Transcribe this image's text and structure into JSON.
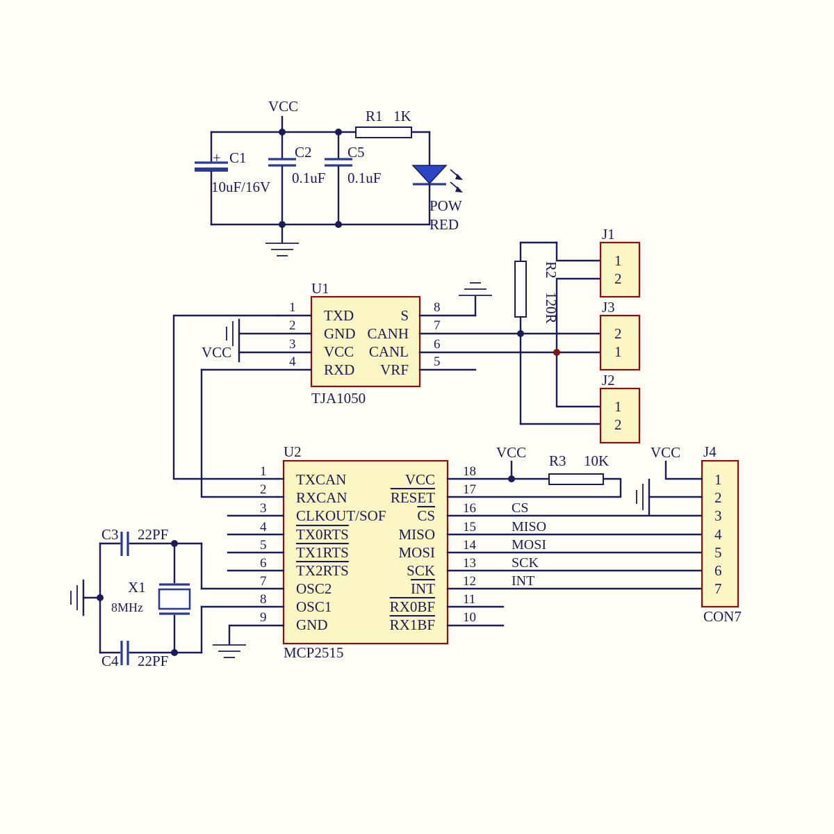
{
  "power": {
    "vcc_top": "VCC",
    "c1_name": "C1",
    "c1_value": "10uF/16V",
    "c1_polarity": "+",
    "c2_name": "C2",
    "c2_value": "0.1uF",
    "c5_name": "C5",
    "c5_value": "0.1uF",
    "r1_name": "R1",
    "r1_value": "1K",
    "led_name": "POW",
    "led_color": "RED"
  },
  "u1": {
    "ref": "U1",
    "part": "TJA1050",
    "vcc_label": "VCC",
    "left_pins": [
      {
        "num": "1",
        "name": "TXD"
      },
      {
        "num": "2",
        "name": "GND"
      },
      {
        "num": "3",
        "name": "VCC"
      },
      {
        "num": "4",
        "name": "RXD"
      }
    ],
    "right_pins": [
      {
        "num": "8",
        "name": "S"
      },
      {
        "num": "7",
        "name": "CANH"
      },
      {
        "num": "6",
        "name": "CANL"
      },
      {
        "num": "5",
        "name": "VRF"
      }
    ]
  },
  "r2": {
    "name": "R2",
    "value": "120R"
  },
  "headers": {
    "j1": {
      "name": "J1",
      "pins": [
        "1",
        "2"
      ]
    },
    "j3": {
      "name": "J3",
      "pins": [
        "2",
        "1"
      ]
    },
    "j2": {
      "name": "J2",
      "pins": [
        "1",
        "2"
      ]
    }
  },
  "u2": {
    "ref": "U2",
    "part": "MCP2515",
    "left_pins": [
      {
        "num": "1",
        "name": "TXCAN"
      },
      {
        "num": "2",
        "name": "RXCAN"
      },
      {
        "num": "3",
        "name": "CLKOUT/SOF"
      },
      {
        "num": "4",
        "name": "TX0RTS"
      },
      {
        "num": "5",
        "name": "TX1RTS"
      },
      {
        "num": "6",
        "name": "TX2RTS"
      },
      {
        "num": "7",
        "name": "OSC2"
      },
      {
        "num": "8",
        "name": "OSC1"
      },
      {
        "num": "9",
        "name": "GND"
      }
    ],
    "right_pins": [
      {
        "num": "18",
        "name": "VCC"
      },
      {
        "num": "17",
        "name": "RESET"
      },
      {
        "num": "16",
        "name": "CS"
      },
      {
        "num": "15",
        "name": "MISO"
      },
      {
        "num": "14",
        "name": "MOSI"
      },
      {
        "num": "13",
        "name": "SCK"
      },
      {
        "num": "12",
        "name": "INT"
      },
      {
        "num": "11",
        "name": "RX0BF"
      },
      {
        "num": "10",
        "name": "RX1BF"
      }
    ]
  },
  "r3": {
    "name": "R3",
    "value": "10K",
    "vcc": "VCC"
  },
  "signals": [
    "CS",
    "MISO",
    "MOSI",
    "SCK",
    "INT"
  ],
  "j4": {
    "name": "J4",
    "part": "CON7",
    "vcc": "VCC",
    "pins": [
      "1",
      "2",
      "3",
      "4",
      "5",
      "6",
      "7"
    ]
  },
  "crystal": {
    "c3_name": "C3",
    "c3_value": "22PF",
    "c4_name": "C4",
    "c4_value": "22PF",
    "x_name": "X1",
    "x_value": "8MHz"
  }
}
